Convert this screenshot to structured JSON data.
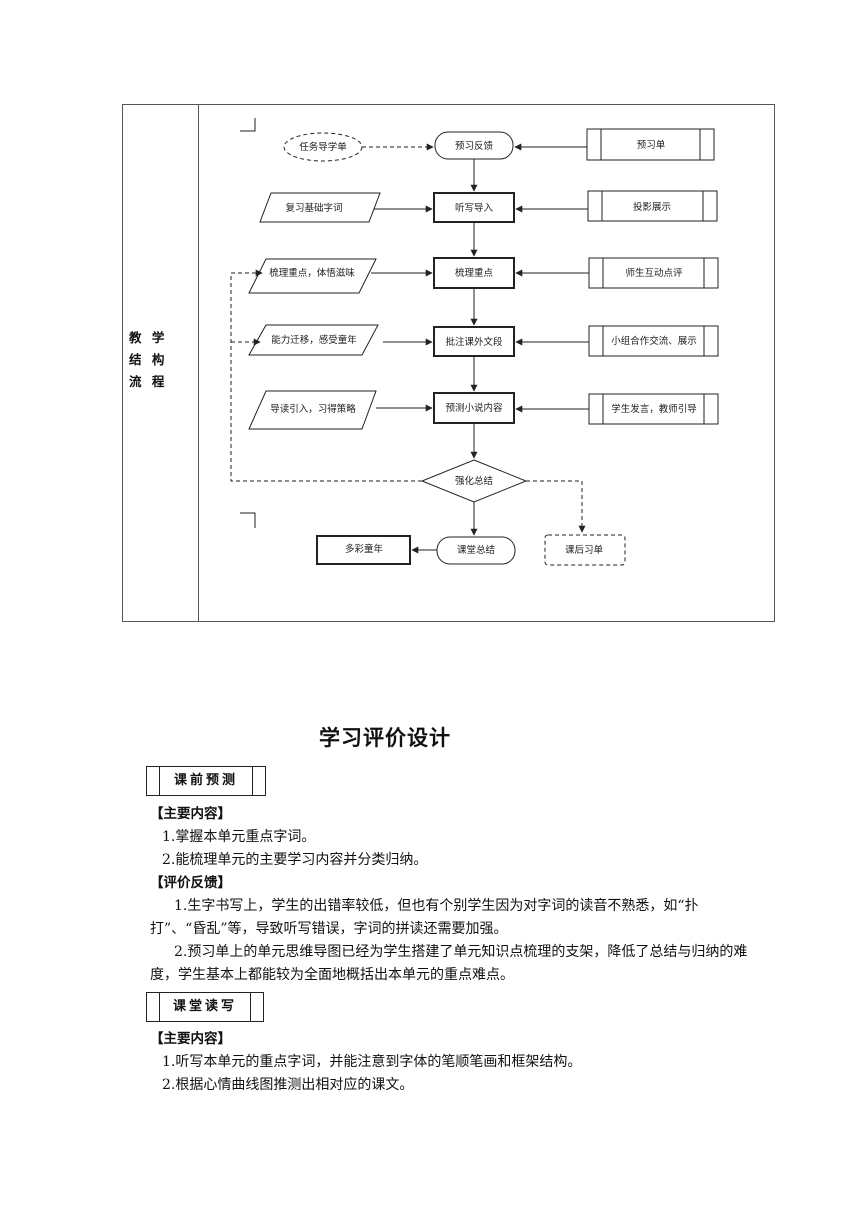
{
  "flow_table": {
    "label_lines": [
      "教 学",
      "结 构",
      "流 程"
    ],
    "nodes": {
      "task_guide": "任务导学单",
      "preview_feedback": "预习反馈",
      "preview_sheet": "预习单",
      "review_words": "复习基础字词",
      "dictation_intro": "听写导入",
      "projection": "投影展示",
      "sort_key": "梳理重点，体悟滋味",
      "sort_focus": "梳理重点",
      "teacher_student": "师生互动点评",
      "ability_transfer": "能力迁移，感受童年",
      "annotate": "批注课外文段",
      "group_work": "小组合作交流、展示",
      "reading_guide": "导读引入，习得策略",
      "predict": "预测小说内容",
      "student_speak": "学生发言，教师引导",
      "reinforce": "强化总结",
      "colorful_childhood": "多彩童年",
      "class_summary": "课堂总结",
      "homework": "课后习单"
    }
  },
  "section": {
    "title": "学习评价设计",
    "tag1": "课前预测",
    "main_content_label": "【主要内容】",
    "pre_items": [
      "1.掌握本单元重点字词。",
      "2.能梳理单元的主要学习内容并分类归纳。"
    ],
    "feedback_label": "【评价反馈】",
    "feedback_1": "1.生字书写上，学生的出错率较低，但也有个别学生因为对字词的读音不熟悉，如“扑打”、“昏乱”等，导致听写错误，字词的拼读还需要加强。",
    "feedback_2": "2.预习单上的单元思维导图已经为学生搭建了单元知识点梳理的支架，降低了总结与归纳的难度，学生基本上都能较为全面地概括出本单元的重点难点。",
    "tag2": "课堂读写",
    "main_content_label_2": "【主要内容】",
    "class_items": [
      "1.听写本单元的重点字词，并能注意到字体的笔顺笔画和框架结构。",
      "2.根据心情曲线图推测出相对应的课文。"
    ]
  }
}
